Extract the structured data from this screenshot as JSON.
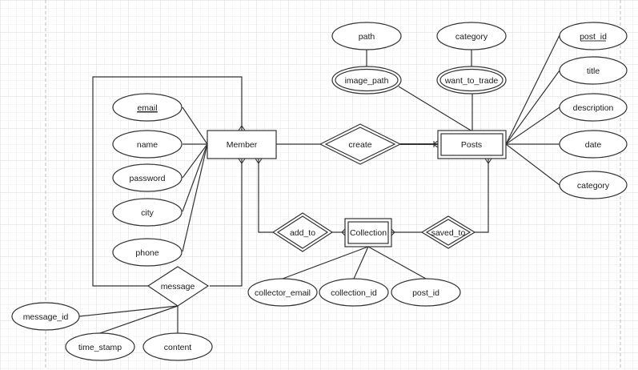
{
  "diagram": {
    "type": "ER diagram",
    "colors": {
      "stroke": "#333333",
      "grid_minor": "#ececec",
      "grid_major": "#d9d9d9",
      "page_break": "#bbbbbb",
      "fill": "#ffffff"
    },
    "entities": [
      {
        "id": "member",
        "label": "Member",
        "weak": false
      },
      {
        "id": "posts",
        "label": "Posts",
        "weak": true
      },
      {
        "id": "collection",
        "label": "Collection",
        "weak": true
      }
    ],
    "relationships": [
      {
        "id": "create",
        "label": "create",
        "identifying": true
      },
      {
        "id": "add_to",
        "label": "add_to",
        "identifying": true
      },
      {
        "id": "saved_to",
        "label": "saved_to",
        "identifying": true
      },
      {
        "id": "message",
        "label": "message",
        "identifying": false
      }
    ],
    "attributes": [
      {
        "id": "email",
        "label": "email",
        "owner": "member",
        "key": true,
        "multivalued": false
      },
      {
        "id": "name",
        "label": "name",
        "owner": "member",
        "key": false,
        "multivalued": false
      },
      {
        "id": "password",
        "label": "password",
        "owner": "member",
        "key": false,
        "multivalued": false
      },
      {
        "id": "city",
        "label": "city",
        "owner": "member",
        "key": false,
        "multivalued": false
      },
      {
        "id": "phone",
        "label": "phone",
        "owner": "member",
        "key": false,
        "multivalued": false
      },
      {
        "id": "path",
        "label": "path",
        "owner": "image_path",
        "key": false,
        "multivalued": false
      },
      {
        "id": "category_trade",
        "label": "category",
        "owner": "want_to_trade",
        "key": false,
        "multivalued": false
      },
      {
        "id": "image_path",
        "label": "image_path",
        "owner": "posts",
        "key": false,
        "multivalued": true
      },
      {
        "id": "want_to_trade",
        "label": "want_to_trade",
        "owner": "posts",
        "key": false,
        "multivalued": true
      },
      {
        "id": "post_id_posts",
        "label": "post_id",
        "owner": "posts",
        "key": true,
        "multivalued": false
      },
      {
        "id": "title",
        "label": "title",
        "owner": "posts",
        "key": false,
        "multivalued": false
      },
      {
        "id": "description",
        "label": "description",
        "owner": "posts",
        "key": false,
        "multivalued": false
      },
      {
        "id": "date",
        "label": "date",
        "owner": "posts",
        "key": false,
        "multivalued": false
      },
      {
        "id": "category_posts",
        "label": "category",
        "owner": "posts",
        "key": false,
        "multivalued": false
      },
      {
        "id": "collector_email",
        "label": "collector_email",
        "owner": "collection",
        "key": false,
        "multivalued": false
      },
      {
        "id": "collection_id",
        "label": "collection_id",
        "owner": "collection",
        "key": false,
        "multivalued": false
      },
      {
        "id": "post_id_collection",
        "label": "post_id",
        "owner": "collection",
        "key": false,
        "multivalued": false
      },
      {
        "id": "message_id",
        "label": "message_id",
        "owner": "message",
        "key": false,
        "multivalued": false
      },
      {
        "id": "time_stamp",
        "label": "time_stamp",
        "owner": "message",
        "key": false,
        "multivalued": false
      },
      {
        "id": "content",
        "label": "content",
        "owner": "message",
        "key": false,
        "multivalued": false
      }
    ]
  }
}
